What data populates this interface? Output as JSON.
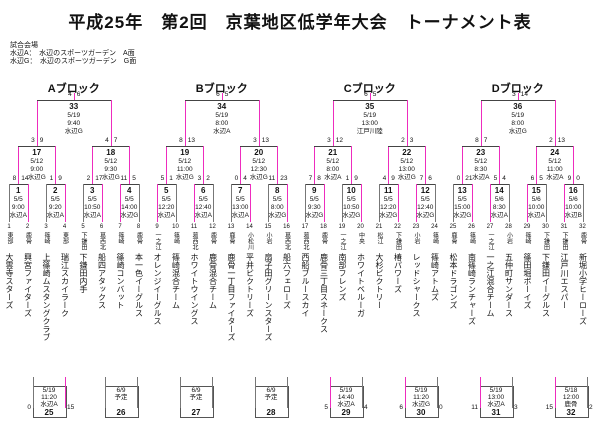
{
  "title": "平成25年　第2回　京葉地区低学年大会　トーナメント表",
  "venue_note": {
    "heading": "試合会場",
    "lines": [
      "水辺A：　水辺のスポーツガーデン　A面",
      "水辺G：　水辺のスポーツガーデン　G面"
    ]
  },
  "colors": {
    "winner_line": "#ee2cbe",
    "line": "#777",
    "fork": "#444",
    "box_border": "#555"
  },
  "blocks": [
    {
      "name": "Aブロック",
      "final": {
        "no": "33",
        "date": "5/19",
        "time": "9:40",
        "venue": "水辺G",
        "score": [
          "4",
          "6"
        ]
      },
      "semis": [
        {
          "no": "17",
          "date": "5/12",
          "time": "9:00",
          "venue": "水辺G",
          "score": [
            "3",
            "9"
          ]
        },
        {
          "no": "18",
          "date": "5/12",
          "time": "9:30",
          "venue": "水辺G",
          "score": [
            "4",
            "7"
          ]
        }
      ],
      "round1": [
        {
          "no": "1",
          "date": "5/5",
          "time": "9:00",
          "venue": "水辺A",
          "score": [
            "8",
            "14"
          ]
        },
        {
          "no": "2",
          "date": "5/5",
          "time": "9:20",
          "venue": "水辺A",
          "score": [
            "1",
            "9"
          ]
        },
        {
          "no": "3",
          "date": "5/5",
          "time": "10:50",
          "venue": "水辺A",
          "score": [
            "2",
            "17"
          ]
        },
        {
          "no": "4",
          "date": "5/5",
          "time": "14:00",
          "venue": "水辺G",
          "score": [
            "11",
            "5"
          ]
        }
      ],
      "teams": [
        {
          "no": "1",
          "area": "東部",
          "name": "大雲寺スターズ"
        },
        {
          "no": "2",
          "area": "鹿骨",
          "name": "興宮ファイターズ"
        },
        {
          "no": "3",
          "area": "篠崎",
          "name": "上篠崎ムスタングクラブ"
        },
        {
          "no": "4",
          "area": "東部",
          "name": "瑞江スカイラーク"
        },
        {
          "no": "5",
          "area": "下鎌田",
          "name": "下鎌田内手"
        },
        {
          "no": "6",
          "area": "葛西北",
          "name": "船四アタックス"
        },
        {
          "no": "7",
          "area": "篠崎",
          "name": "篠崎コンバット"
        },
        {
          "no": "8",
          "area": "鹿骨",
          "name": "本一色イーグルス"
        }
      ]
    },
    {
      "name": "Bブロック",
      "final": {
        "no": "34",
        "date": "5/19",
        "time": "8:00",
        "venue": "水辺A",
        "score": [
          "6",
          "5"
        ]
      },
      "semis": [
        {
          "no": "19",
          "date": "5/12",
          "time": "11:00",
          "venue": "水辺G",
          "score": [
            "8",
            "13"
          ]
        },
        {
          "no": "20",
          "date": "5/12",
          "time": "12:30",
          "venue": "水辺G",
          "score": [
            "3",
            "13"
          ]
        }
      ],
      "round1": [
        {
          "no": "5",
          "date": "5/5",
          "time": "12:20",
          "venue": "水辺A",
          "score": [
            "5",
            "1"
          ]
        },
        {
          "no": "6",
          "date": "5/5",
          "time": "12:40",
          "venue": "水辺A",
          "score": [
            "3",
            "2"
          ]
        },
        {
          "no": "7",
          "date": "5/5",
          "time": "13:00",
          "venue": "水辺A",
          "score": [
            "0",
            "4"
          ]
        },
        {
          "no": "8",
          "date": "5/5",
          "time": "8:00",
          "venue": "水辺G",
          "score": [
            "11",
            "23"
          ]
        }
      ],
      "teams": [
        {
          "no": "9",
          "area": "一之江",
          "name": "オレンジイーグルス"
        },
        {
          "no": "10",
          "area": "篠崎",
          "name": "篠崎混合チーム"
        },
        {
          "no": "11",
          "area": "葛西北",
          "name": "ホワイトウイングス"
        },
        {
          "no": "12",
          "area": "鹿骨",
          "name": "鹿骨混合チーム"
        },
        {
          "no": "13",
          "area": "鹿骨",
          "name": "鹿骨一丁目ファイターズ"
        },
        {
          "no": "14",
          "area": "小松川",
          "name": "平井ビクトリーズ"
        },
        {
          "no": "15",
          "area": "小岩",
          "name": "扇子田グリーンスターズ"
        },
        {
          "no": "16",
          "area": "葛西北",
          "name": "船六フェローズ"
        }
      ]
    },
    {
      "name": "Cブロック",
      "final": {
        "no": "35",
        "date": "5/19",
        "time": "13:00",
        "venue": "江戸川陸",
        "score": [
          "6",
          "5"
        ]
      },
      "semis": [
        {
          "no": "21",
          "date": "5/12",
          "time": "8:00",
          "venue": "水辺A",
          "score": [
            "3",
            "12"
          ]
        },
        {
          "no": "22",
          "date": "5/12",
          "time": "13:00",
          "venue": "水辺G",
          "score": [
            "2",
            "3"
          ]
        }
      ],
      "round1": [
        {
          "no": "9",
          "date": "5/5",
          "time": "9:30",
          "venue": "水辺G",
          "score": [
            "7",
            "8"
          ]
        },
        {
          "no": "10",
          "date": "5/5",
          "time": "10:50",
          "venue": "水辺G",
          "score": [
            "1",
            "9"
          ]
        },
        {
          "no": "11",
          "date": "5/5",
          "time": "12:20",
          "venue": "水辺G",
          "score": [
            "4",
            "9"
          ]
        },
        {
          "no": "12",
          "date": "5/5",
          "time": "12:40",
          "venue": "水辺G",
          "score": [
            "7",
            "6"
          ]
        }
      ],
      "teams": [
        {
          "no": "17",
          "area": "葛西北",
          "name": "西船ブルースカイ"
        },
        {
          "no": "18",
          "area": "鹿骨",
          "name": "鹿骨三丁目スネークス"
        },
        {
          "no": "19",
          "area": "一之江",
          "name": "南部フレンズ"
        },
        {
          "no": "20",
          "area": "中央",
          "name": "ホワイトベルーガ"
        },
        {
          "no": "21",
          "area": "松江",
          "name": "大杉ビクトリー"
        },
        {
          "no": "22",
          "area": "下鎌田",
          "name": "椿パワーズ"
        },
        {
          "no": "23",
          "area": "小岩",
          "name": "レッドシャークス"
        },
        {
          "no": "24",
          "area": "篠崎",
          "name": "篠崎アトムズ"
        }
      ]
    },
    {
      "name": "Dブロック",
      "final": {
        "no": "36",
        "date": "5/19",
        "time": "8:00",
        "venue": "水辺G",
        "score": [
          "3",
          "14"
        ]
      },
      "semis": [
        {
          "no": "23",
          "date": "5/12",
          "time": "8:30",
          "venue": "水辺A",
          "score": [
            "8",
            "7"
          ]
        },
        {
          "no": "24",
          "date": "5/12",
          "time": "11:00",
          "venue": "水辺A",
          "score": [
            "2",
            "13"
          ]
        }
      ],
      "round1": [
        {
          "no": "13",
          "date": "5/5",
          "time": "15:00",
          "venue": "水辺G",
          "score": [
            "0",
            "21"
          ]
        },
        {
          "no": "14",
          "date": "5/6",
          "time": "8:30",
          "venue": "水辺A",
          "score": [
            "5",
            "4"
          ]
        },
        {
          "no": "15",
          "date": "5/6",
          "time": "10:00",
          "venue": "水辺A",
          "score": [
            "6",
            "5"
          ]
        },
        {
          "no": "16",
          "date": "5/6",
          "time": "10:00",
          "venue": "水辺B",
          "score": [
            "9",
            "0"
          ]
        }
      ],
      "teams": [
        {
          "no": "25",
          "area": "鹿骨",
          "name": "松本ドラゴンズ"
        },
        {
          "no": "26",
          "area": "篠崎",
          "name": "南篠崎ランチャーズ"
        },
        {
          "no": "27",
          "area": "一之江",
          "name": "一之江混合チーム"
        },
        {
          "no": "28",
          "area": "小岩",
          "name": "五仲町サンダース"
        },
        {
          "no": "29",
          "area": "篠崎",
          "name": "篠田堀ボーイズ"
        },
        {
          "no": "30",
          "area": "下鎌田",
          "name": "下鎌田イーグルス"
        },
        {
          "no": "31",
          "area": "下鎌田",
          "name": "江戸川エスパー"
        },
        {
          "no": "32",
          "area": "鹿骨",
          "name": "新堀小学ヒーローズ"
        }
      ]
    }
  ],
  "consolations": [
    {
      "no": "25",
      "date": "5/19",
      "time": "11:20",
      "venue": "水辺A",
      "score": [
        "0",
        "15"
      ]
    },
    {
      "no": "26",
      "date": "6/9",
      "time": "予定",
      "venue": "",
      "score": [
        "",
        ""
      ]
    },
    {
      "no": "27",
      "date": "6/9",
      "time": "予定",
      "venue": "",
      "score": [
        "",
        ""
      ]
    },
    {
      "no": "28",
      "date": "6/9",
      "time": "予定",
      "venue": "",
      "score": [
        "",
        ""
      ]
    },
    {
      "no": "29",
      "date": "5/19",
      "time": "14:40",
      "venue": "水辺A",
      "score": [
        "5",
        "4"
      ]
    },
    {
      "no": "30",
      "date": "5/19",
      "time": "11:20",
      "venue": "水辺G",
      "score": [
        "6",
        "0"
      ]
    },
    {
      "no": "31",
      "date": "5/19",
      "time": "13:00",
      "venue": "水辺A",
      "score": [
        "11",
        "3"
      ]
    },
    {
      "no": "32",
      "date": "5/18",
      "time": "12:00",
      "venue": "鹿骨",
      "score": [
        "15",
        "2"
      ]
    }
  ]
}
